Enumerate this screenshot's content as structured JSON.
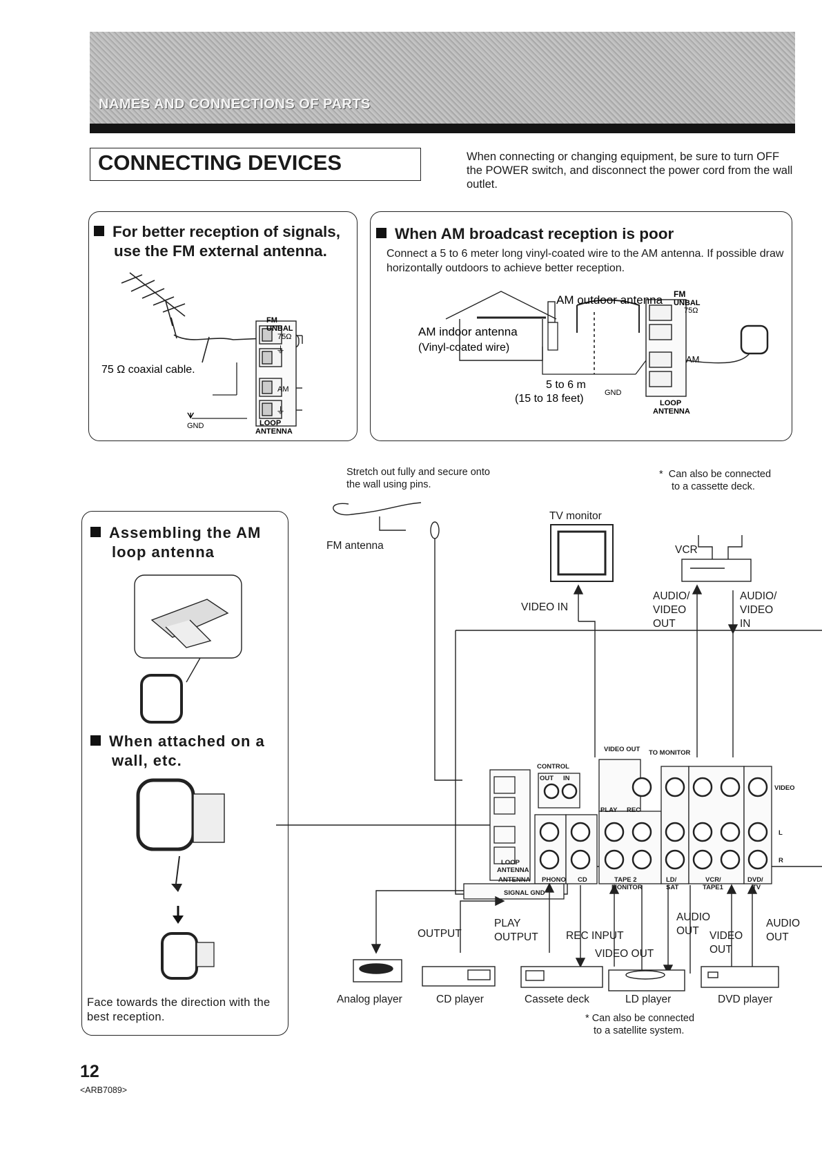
{
  "header": {
    "title": "NAMES AND CONNECTIONS OF PARTS"
  },
  "section": {
    "title": "CONNECTING DEVICES",
    "warning": "When connecting or changing equipment, be sure to turn OFF the POWER switch, and disconnect the power cord from the wall outlet."
  },
  "fm_panel": {
    "heading_line1": "For better reception of signals,",
    "heading_line2": "use the FM external antenna.",
    "coax_label": "75 Ω coaxial cable.",
    "fm_label": "FM",
    "unbal_label": "UNBAL",
    "ohm_label": "75Ω",
    "am_label": "AM",
    "gnd_label": "GND",
    "loop_label": "LOOP",
    "antenna_label": "ANTENNA"
  },
  "am_panel": {
    "heading": "When AM broadcast reception is poor",
    "body": "Connect a 5 to 6 meter long vinyl-coated wire to the AM antenna. If possible draw horizontally outdoors to achieve better reception.",
    "outdoor_label": "AM outdoor antenna",
    "indoor_label": "AM indoor antenna",
    "vinyl_label": "(Vinyl-coated wire)",
    "length_m": "5 to 6 m",
    "length_ft": "(15 to 18 feet)"
  },
  "loop_panel": {
    "heading_line1": "Assembling the AM",
    "heading_line2": "loop antenna",
    "wall_heading_line1": "When attached on a",
    "wall_heading_line2": "wall, etc.",
    "note": "Face towards the direction with the best reception."
  },
  "diagram": {
    "stretch_note_line1": "Stretch out fully and secure onto",
    "stretch_note_line2": "the wall using pins.",
    "fm_antenna": "FM antenna",
    "cassette_note_line1": "Can also be connected",
    "cassette_note_line2": "to a cassette deck.",
    "tv_monitor": "TV monitor",
    "vcr": "VCR",
    "video_in": "VIDEO IN",
    "audio_video_out": [
      "AUDIO/",
      "VIDEO",
      "OUT"
    ],
    "audio_video_in": [
      "AUDIO/",
      "VIDEO",
      "IN"
    ],
    "devices": [
      "Analog player",
      "CD player",
      "Cassete deck",
      "LD player",
      "DVD player"
    ],
    "labels": {
      "output": "OUTPUT",
      "play_output_1": "PLAY",
      "play_output_2": "OUTPUT",
      "rec_input": "REC INPUT",
      "video_out": "VIDEO OUT",
      "audio_out_1": "AUDIO",
      "audio_out_2": "OUT",
      "video_out2_1": "VIDEO",
      "video_out2_2": "OUT",
      "audio_out_dvd_1": "AUDIO",
      "audio_out_dvd_2": "OUT"
    },
    "satellite_note_line1": "Can also be connected",
    "satellite_note_line2": "to a satellite system.",
    "asterisk": "*",
    "panel_labels": {
      "control": "CONTROL",
      "out": "OUT",
      "in": "IN",
      "video_out": "VIDEO OUT",
      "to_monitor": "TO MONITOR",
      "video": "VIDEO",
      "l": "L",
      "r": "R",
      "play": "PLAY",
      "rec": "REC",
      "phono": "PHONO",
      "cd": "CD",
      "tape2": "TAPE 2",
      "monitor": "MONITOR",
      "ld": "LD/",
      "sat": "SAT",
      "vcr": "VCR/",
      "tape1": "TAPE1",
      "dvd": "DVD/",
      "tv": "TV",
      "antenna": "ANTENNA",
      "signal_gnd": "SIGNAL GND",
      "loop": "LOOP",
      "antenna2": "ANTENNA"
    }
  },
  "footer": {
    "page": "12",
    "code": "<ARB7089>"
  }
}
